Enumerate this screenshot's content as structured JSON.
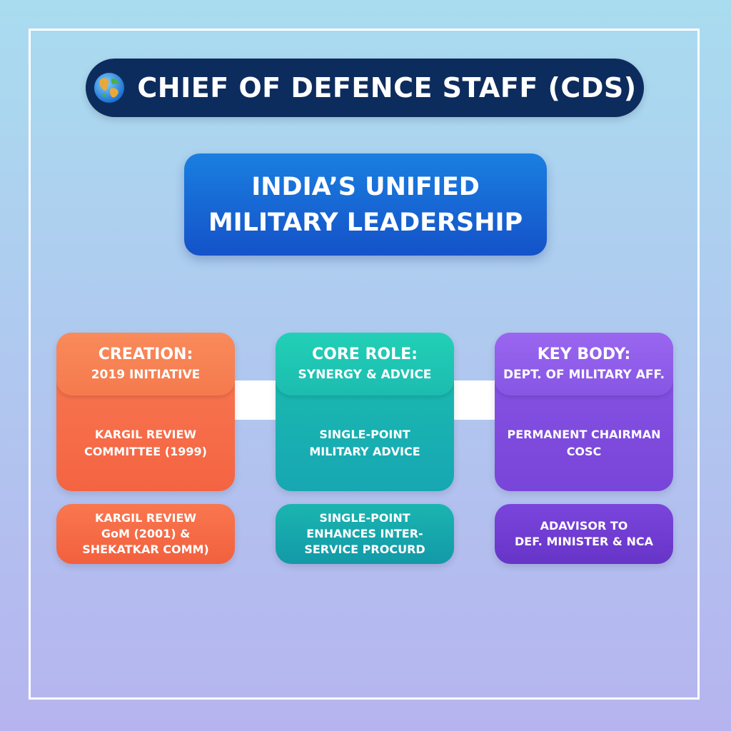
{
  "header": {
    "title": "CHIEF OF DEFENCE STAFF (CDS)",
    "icon": "globe-icon"
  },
  "subtitle": {
    "line1": "INDIA’S UNIFIED",
    "line2": "MILITARY LEADERSHIP"
  },
  "columns": [
    {
      "head_title": "CREATION:",
      "head_sub": "2019 INITIATIVE",
      "body": "KARGIL REVIEW\nCOMMITTEE (1999)",
      "foot": "KARGIL REVIEW\nGoM (2001) &\nSHEKATKAR COMM)",
      "color": "#f46442"
    },
    {
      "head_title": "CORE ROLE:",
      "head_sub": "SYNERGY & ADVICE",
      "body": "SINGLE-POINT\nMILITARY ADVICE",
      "foot": "SINGLE-POINT\nENHANCES INTER-\nSERVICE PROCURD",
      "color": "#17a7b3"
    },
    {
      "head_title": "KEY BODY:",
      "head_sub": "DEPT. OF MILITARY AFF.",
      "body": "PERMANENT CHAIRMAN\nCOSC",
      "foot": "ADAVISOR TO\nDEF. MINISTER & NCA",
      "color": "#7845d8"
    }
  ],
  "colors": {
    "title_bar": "#0d2c5e",
    "subtitle_box": "#1452c9",
    "frame": "#ffffff"
  }
}
